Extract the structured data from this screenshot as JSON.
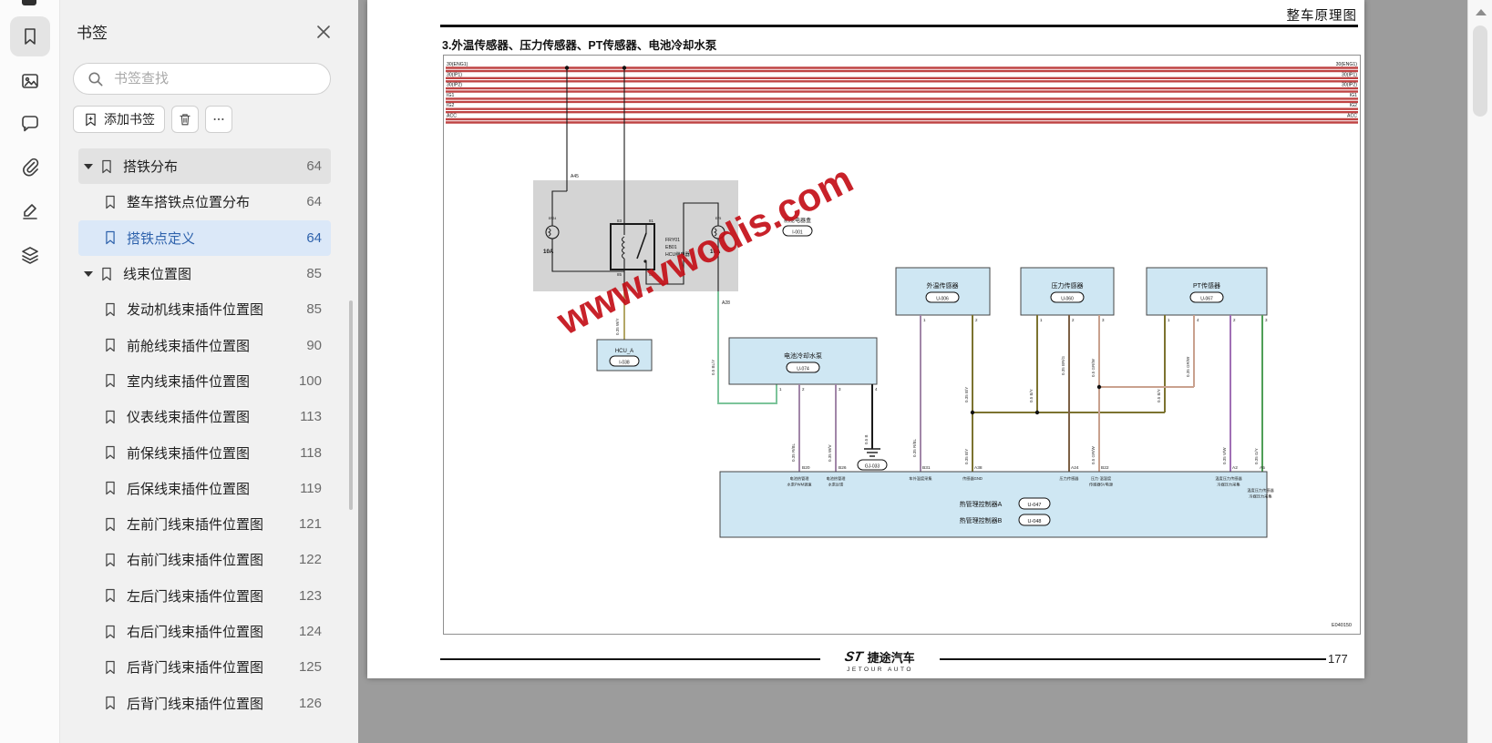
{
  "toolbar": {
    "icons": [
      "bookmark",
      "image",
      "comment",
      "attachment",
      "signature",
      "layers"
    ]
  },
  "sidebar": {
    "title": "书签",
    "search_placeholder": "书签查找",
    "add_bookmark_label": "添加书签",
    "bookmarks": [
      {
        "label": "搭铁分布",
        "page": "64"
      },
      {
        "label": "整车搭铁点位置分布",
        "page": "64"
      },
      {
        "label": "搭铁点定义",
        "page": "64"
      },
      {
        "label": "线束位置图",
        "page": "85"
      },
      {
        "label": "发动机线束插件位置图",
        "page": "85"
      },
      {
        "label": "前舱线束插件位置图",
        "page": "90"
      },
      {
        "label": "室内线束插件位置图",
        "page": "100"
      },
      {
        "label": "仪表线束插件位置图",
        "page": "113"
      },
      {
        "label": "前保线束插件位置图",
        "page": "118"
      },
      {
        "label": "后保线束插件位置图",
        "page": "119"
      },
      {
        "label": "左前门线束插件位置图",
        "page": "121"
      },
      {
        "label": "右前门线束插件位置图",
        "page": "122"
      },
      {
        "label": "左后门线束插件位置图",
        "page": "123"
      },
      {
        "label": "右后门线束插件位置图",
        "page": "124"
      },
      {
        "label": "后背门线束插件位置图",
        "page": "125"
      },
      {
        "label": "后背门线束插件位置图",
        "page": "126"
      }
    ]
  },
  "page": {
    "header_right": "整车原理图",
    "section_title": "3.外温传感器、压力传感器、PT传感器、电池冷却水泵",
    "drawing_code": "E040150",
    "page_number": "177",
    "brand_cn": "捷途汽车",
    "brand_en": "JETOUR AUTO",
    "watermark": "www.vwodis.com"
  },
  "diagram": {
    "bus_labels": [
      "30(ENG1)",
      "30(IP1)",
      "30(IP2)",
      "IG1",
      "IG2",
      "ACC"
    ],
    "connector_a45": "A45",
    "connector_a28": "A28",
    "fusebox": {
      "name": "前舱电器盒",
      "code": "I-001",
      "fuse_left_id": "EF24",
      "fuse_left_rating": "10A",
      "fuse_right_id": "EF5",
      "fuse_right_rating": "10A",
      "relay_id": "FRY01",
      "relay_loc": "EB01",
      "relay_name": "HCU继电器",
      "relay_pins": [
        "83",
        "81",
        "85",
        "82"
      ]
    },
    "components": {
      "hcu": {
        "name": "HCU_A",
        "code": "I-038"
      },
      "pump": {
        "name": "电池冷却水泵",
        "code": "U-074",
        "pins": [
          "1",
          "2",
          "3",
          "4"
        ]
      },
      "outside_temp": {
        "name": "外温传感器",
        "code": "U-006",
        "pins": [
          "1",
          "2"
        ]
      },
      "pressure": {
        "name": "压力传感器",
        "code": "U-060",
        "pins": [
          "1",
          "2",
          "3"
        ]
      },
      "pt": {
        "name": "PT传感器",
        "code": "U-067",
        "pins": [
          "1",
          "4",
          "2",
          "3"
        ]
      }
    },
    "ground_code": "GJ-033",
    "wires": {
      "relay_to_hcu": "0.35 W/Y",
      "fuse_to_pump": "0.5 BL/Y",
      "pump_pwm": "0.35 R/BL",
      "pump_feedback": "0.35 W/V",
      "pump_ground": "0.5 B",
      "amb_signal": "0.35 R/BL",
      "amb_gnd": "0.35 B/Y",
      "press_gnd": "0.5 B/Y",
      "press_signal": "0.35 BR/G",
      "press_5v": "0.5 GR/W",
      "pt_gnd": "0.5 B/Y",
      "pt_5v": "0.35 GR/W",
      "bus_5v_down": "0.5 GR/W",
      "bus_gnd_down": "0.35 B/Y",
      "pt_a2": "0.35 V/W",
      "pt_a5": "0.35 G/Y"
    },
    "controller": {
      "name_a": "热管理控制器A",
      "code_a": "U-047",
      "name_b": "热管理控制器B",
      "code_b": "U-048",
      "pins": [
        {
          "id": "B20",
          "desc": [
            "电池热管理",
            "水泵PWM调速"
          ]
        },
        {
          "id": "B26",
          "desc": [
            "电池热管理",
            "水泵反馈"
          ]
        },
        {
          "id": "B31",
          "desc": [
            "车外温度采集"
          ]
        },
        {
          "id": "A38",
          "desc": [
            "传感器GND"
          ]
        },
        {
          "id": "A24",
          "desc": [
            "压力传感器"
          ]
        },
        {
          "id": "B22",
          "desc": [
            "压力·温湿度",
            "传感器5V电源"
          ]
        },
        {
          "id": "A2",
          "desc": [
            "温度压力传感器",
            "冷媒压力采集"
          ]
        },
        {
          "id": "A5",
          "desc": [
            "温度压力传感器",
            "冷媒压力采集"
          ]
        }
      ]
    }
  },
  "colors": {
    "bus_red": "#bf4343",
    "wire_olive": "#7c7330",
    "wire_tan": "#c9a18e",
    "wire_mauve": "#a186a8",
    "wire_purple": "#a06fb5",
    "wire_green_light": "#7cc49a",
    "wire_green": "#4f9e57",
    "wire_brown": "#7d6045",
    "wire_khaki": "#b3a766",
    "component_fill": "#cfe7f3",
    "box_gray": "#d4d4d4",
    "watermark_red": "#c41018",
    "active_blue": "#2e62ac"
  }
}
